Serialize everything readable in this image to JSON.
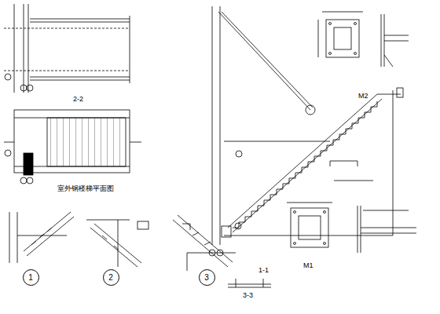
{
  "diagram": {
    "nodes": [
      {
        "text": [
          "1"
        ]
      },
      {
        "text": [
          "2"
        ]
      },
      {
        "text": [
          "3"
        ]
      }
    ],
    "labels": [
      "2-2",
      "室外钢楼梯平面图",
      "1-1",
      "M2",
      "M1",
      "3-3"
    ]
  }
}
